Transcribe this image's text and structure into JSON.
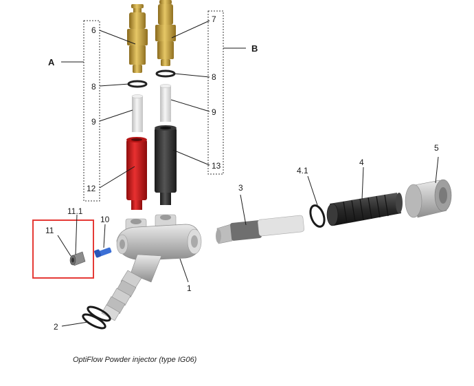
{
  "callouts": {
    "group_a": "A",
    "group_b": "B",
    "c6": "6",
    "c7": "7",
    "c8_left": "8",
    "c8_right": "8",
    "c9_left": "9",
    "c9_right": "9",
    "c12": "12",
    "c13": "13",
    "c3": "3",
    "c4_1": "4.1",
    "c4": "4",
    "c5": "5",
    "c11_1": "11.1",
    "c10": "10",
    "c11": "11",
    "c1": "1",
    "c2": "2"
  },
  "caption": "OptiFlow Powder injector (type IG06)",
  "colors": {
    "brass": "#c9a640",
    "red_sleeve": "#d71a1a",
    "black_sleeve": "#2e2e2e",
    "highlight_box": "#e53935",
    "screw_blue": "#3b6fd6",
    "body_gray": "#c9c9c9"
  }
}
